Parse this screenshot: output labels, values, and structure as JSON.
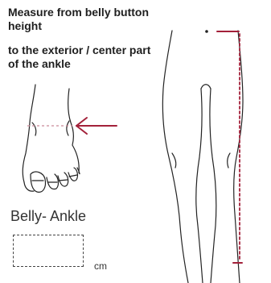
{
  "instructions": {
    "line1": "Measure from belly button  height",
    "line2": "to the exterior / center part of the ankle"
  },
  "measurement": {
    "label": "Belly- Ankle",
    "value": "",
    "unit": "cm"
  },
  "colors": {
    "accent": "#a3213a",
    "ink": "#222222",
    "guide": "#c98a99"
  },
  "icons": {
    "arrow": "arrow-left-icon",
    "foot": "foot-illustration",
    "legs": "legs-illustration"
  }
}
